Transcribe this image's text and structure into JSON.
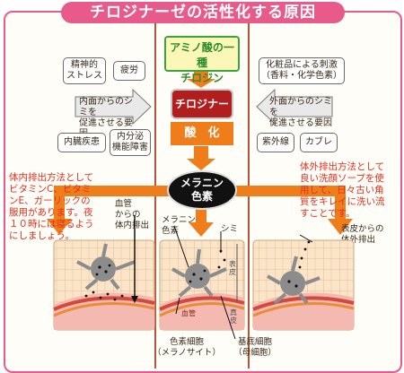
{
  "title": "チロジナーゼの活性化する原因",
  "top_box": {
    "line1": "アミノ酸の一種",
    "line2": "チロジン"
  },
  "tyrosinase": "チロジナーゼ",
  "oxidation": "酸　化",
  "melanin": {
    "line1": "メラニン",
    "line2": "色素"
  },
  "internal": {
    "box1_line1": "精神的",
    "box1_line2": "ストレス",
    "box2": "疲労",
    "arrow_line1": "内面からのシミを",
    "arrow_line2": "促進させる要因",
    "box3": "内臓疾患",
    "box4_line1": "内分泌",
    "box4_line2": "機能障害"
  },
  "external": {
    "box1_line1": "化粧品による刺激",
    "box1_line2": "（香料・化学色素）",
    "arrow_line1": "外面からのシミを",
    "arrow_line2": "促進させる要因",
    "box2": "紫外線",
    "box3": "カブレ"
  },
  "left_advice": [
    "体内排出方法として",
    "ビタミンC、ビタミ",
    "ンE、ガーリックの",
    "服用があります。夜",
    "１０時には寝るよう",
    "にしましょう。"
  ],
  "right_advice": [
    "体外排出方法として",
    "良い洗顔ソープを使",
    "用して、日々古い角",
    "質をキレイに洗い流",
    "すことです。"
  ],
  "labels": {
    "blood_vessel_line1": "血管",
    "blood_vessel_line2": "からの",
    "blood_vessel_line3": "体内排出",
    "melanin_pigment_line1": "メラニン",
    "melanin_pigment_line2": "色素",
    "spot": "シミ",
    "surface_line1": "表皮からの",
    "surface_line2": "体外排出",
    "epidermis": "表皮",
    "dermis": "真皮",
    "blood_vessel_inner": "血管",
    "melanocyte_line1": "色素細胞",
    "melanocyte_line2": "（メラノサイト）",
    "basal_line1": "基底細胞",
    "basal_line2": "（母細胞）"
  },
  "colors": {
    "accent": "#e75a8a",
    "red_text": "#e0301e",
    "green": "#39a53a",
    "orange": "#ef7d1a",
    "dark_red": "#b01e1e"
  }
}
